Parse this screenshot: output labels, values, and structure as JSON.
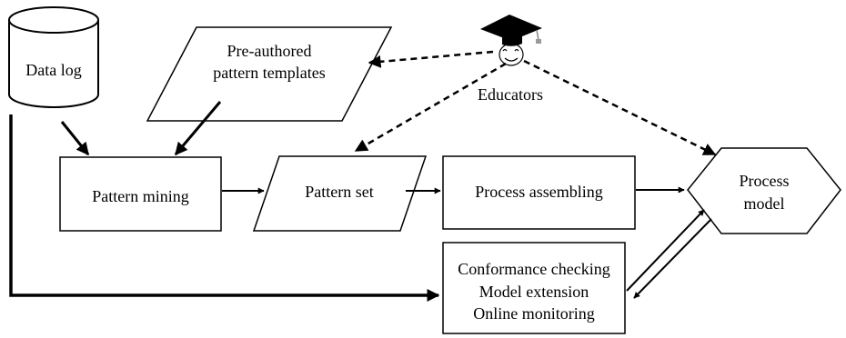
{
  "nodes": {
    "data_log": "Data log",
    "templates_line1": "Pre-authored",
    "templates_line2": "pattern templates",
    "educators": "Educators",
    "pattern_mining": "Pattern mining",
    "pattern_set": "Pattern set",
    "process_assembling": "Process assembling",
    "process_model_line1": "Process",
    "process_model_line2": "model",
    "conformance_line1": "Conformance checking",
    "conformance_line2": "Model extension",
    "conformance_line3": "Online monitoring"
  },
  "icons": {
    "educator": "graduation-cap-face-icon"
  },
  "colors": {
    "stroke": "#000000",
    "background": "#ffffff"
  }
}
